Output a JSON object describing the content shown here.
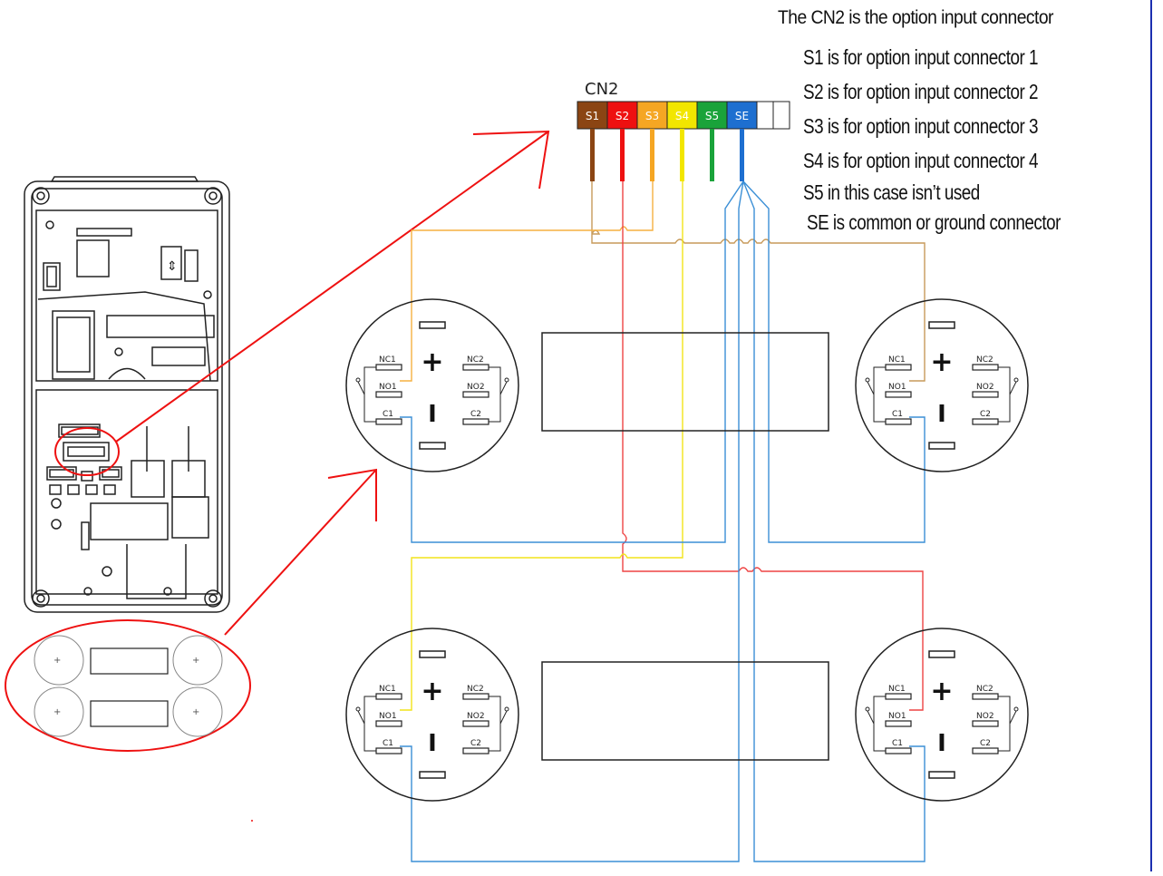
{
  "connector": {
    "name": "CN2",
    "pins": [
      {
        "label": "S1",
        "color": "#8B4513"
      },
      {
        "label": "S2",
        "color": "#ee1111"
      },
      {
        "label": "S3",
        "color": "#f5a623"
      },
      {
        "label": "S4",
        "color": "#f2e600"
      },
      {
        "label": "S5",
        "color": "#1aa33a"
      },
      {
        "label": "SE",
        "color": "#1e6fd0"
      }
    ]
  },
  "notes": {
    "title": "The CN2 is the option input connector",
    "lines": [
      "S1 is for option input connector 1",
      "S2 is for option input connector 2",
      "S3 is for option input connector 3",
      "S4 is for option input connector 4",
      "S5 in this case isn’t used",
      "SE is common or ground connector"
    ]
  },
  "switch_labels": {
    "nc1": "NC1",
    "nc2": "NC2",
    "no1": "NO1",
    "no2": "NO2",
    "c1": "C1",
    "c2": "C2",
    "plus": "+",
    "minus": "I"
  },
  "colors": {
    "wire_brown": "#c79a5a",
    "wire_red": "#ee4444",
    "wire_orange": "#f5b041",
    "wire_yellow": "#f2e31a",
    "wire_blue": "#3b8fd6",
    "arrow_red": "#ee1111",
    "outline": "#222222"
  }
}
